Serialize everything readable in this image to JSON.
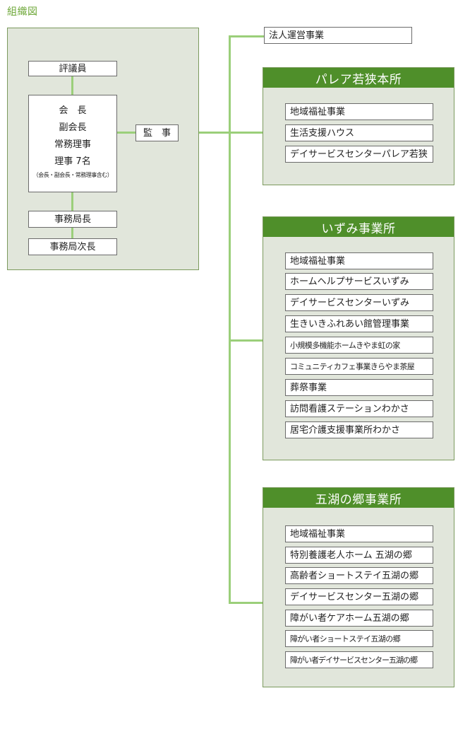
{
  "page": {
    "title": "組織図"
  },
  "governance": {
    "councillors": "評議員",
    "board": {
      "chair": "会　長",
      "vice_chair": "副会長",
      "managing_director": "常務理事",
      "directors": "理事 7名",
      "directors_note": "（会長・副会長・常務理事含む）"
    },
    "auditor": "監　事",
    "secretary_general": "事務局長",
    "deputy_secretary_general": "事務局次長"
  },
  "corporate_business": "法人運営事業",
  "divisions": [
    {
      "name": "パレア若狭本所",
      "services": [
        "地域福祉事業",
        "生活支援ハウス",
        "デイサービスセンターパレア若狭"
      ]
    },
    {
      "name": "いずみ事業所",
      "services": [
        "地域福祉事業",
        "ホームヘルプサービスいずみ",
        "デイサービスセンターいずみ",
        "生きいきふれあい館管理事業",
        "小規模多機能ホームきやま虹の家",
        "コミュニティカフェ事業きらやま茶屋",
        "葬祭事業",
        "訪問看護ステーションわかさ",
        "居宅介護支援事業所わかさ"
      ]
    },
    {
      "name": "五湖の郷事業所",
      "services": [
        "地域福祉事業",
        "特別養護老人ホーム 五湖の郷",
        "高齢者ショートステイ五湖の郷",
        "デイサービスセンター五湖の郷",
        "障がい者ケアホーム五湖の郷",
        "障がい者ショートステイ五湖の郷",
        "障がい者デイサービスセンター五湖の郷"
      ]
    }
  ]
}
